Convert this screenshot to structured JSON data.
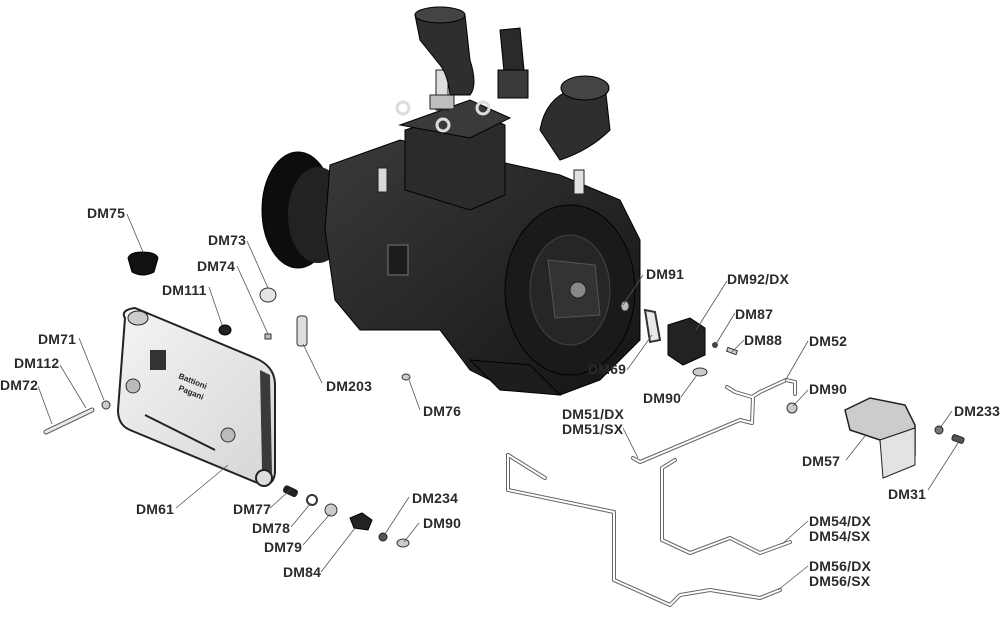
{
  "diagram": {
    "title": "Vacuum pump exploded parts diagram",
    "colors": {
      "pump_body": "#1f1f1f",
      "pump_dark": "#111111",
      "part_light": "#e6e6e6",
      "outline": "#2a2a2a",
      "leader_line": "#555555",
      "label_text": "#2a2a2a"
    },
    "pump_logo_text": [
      "Battioni",
      "Pagani"
    ],
    "labels": {
      "dm75": "DM75",
      "dm73": "DM73",
      "dm74": "DM74",
      "dm111": "DM111",
      "dm71": "DM71",
      "dm112": "DM112",
      "dm72": "DM72",
      "dm203": "DM203",
      "dm76": "DM76",
      "dm61": "DM61",
      "dm77": "DM77",
      "dm78": "DM78",
      "dm79": "DM79",
      "dm84": "DM84",
      "dm234": "DM234",
      "dm90_a": "DM90",
      "dm91": "DM91",
      "dm92": "DM92/DX",
      "dm87": "DM87",
      "dm88": "DM88",
      "dm69": "DM69",
      "dm90_b": "DM90",
      "dm52": "DM52",
      "dm90_c": "DM90",
      "dm51_dx": "DM51/DX",
      "dm51_sx": "DM51/SX",
      "dm233": "DM233",
      "dm57": "DM57",
      "dm31": "DM31",
      "dm54_dx": "DM54/DX",
      "dm54_sx": "DM54/SX",
      "dm56_dx": "DM56/DX",
      "dm56_sx": "DM56/SX"
    }
  }
}
